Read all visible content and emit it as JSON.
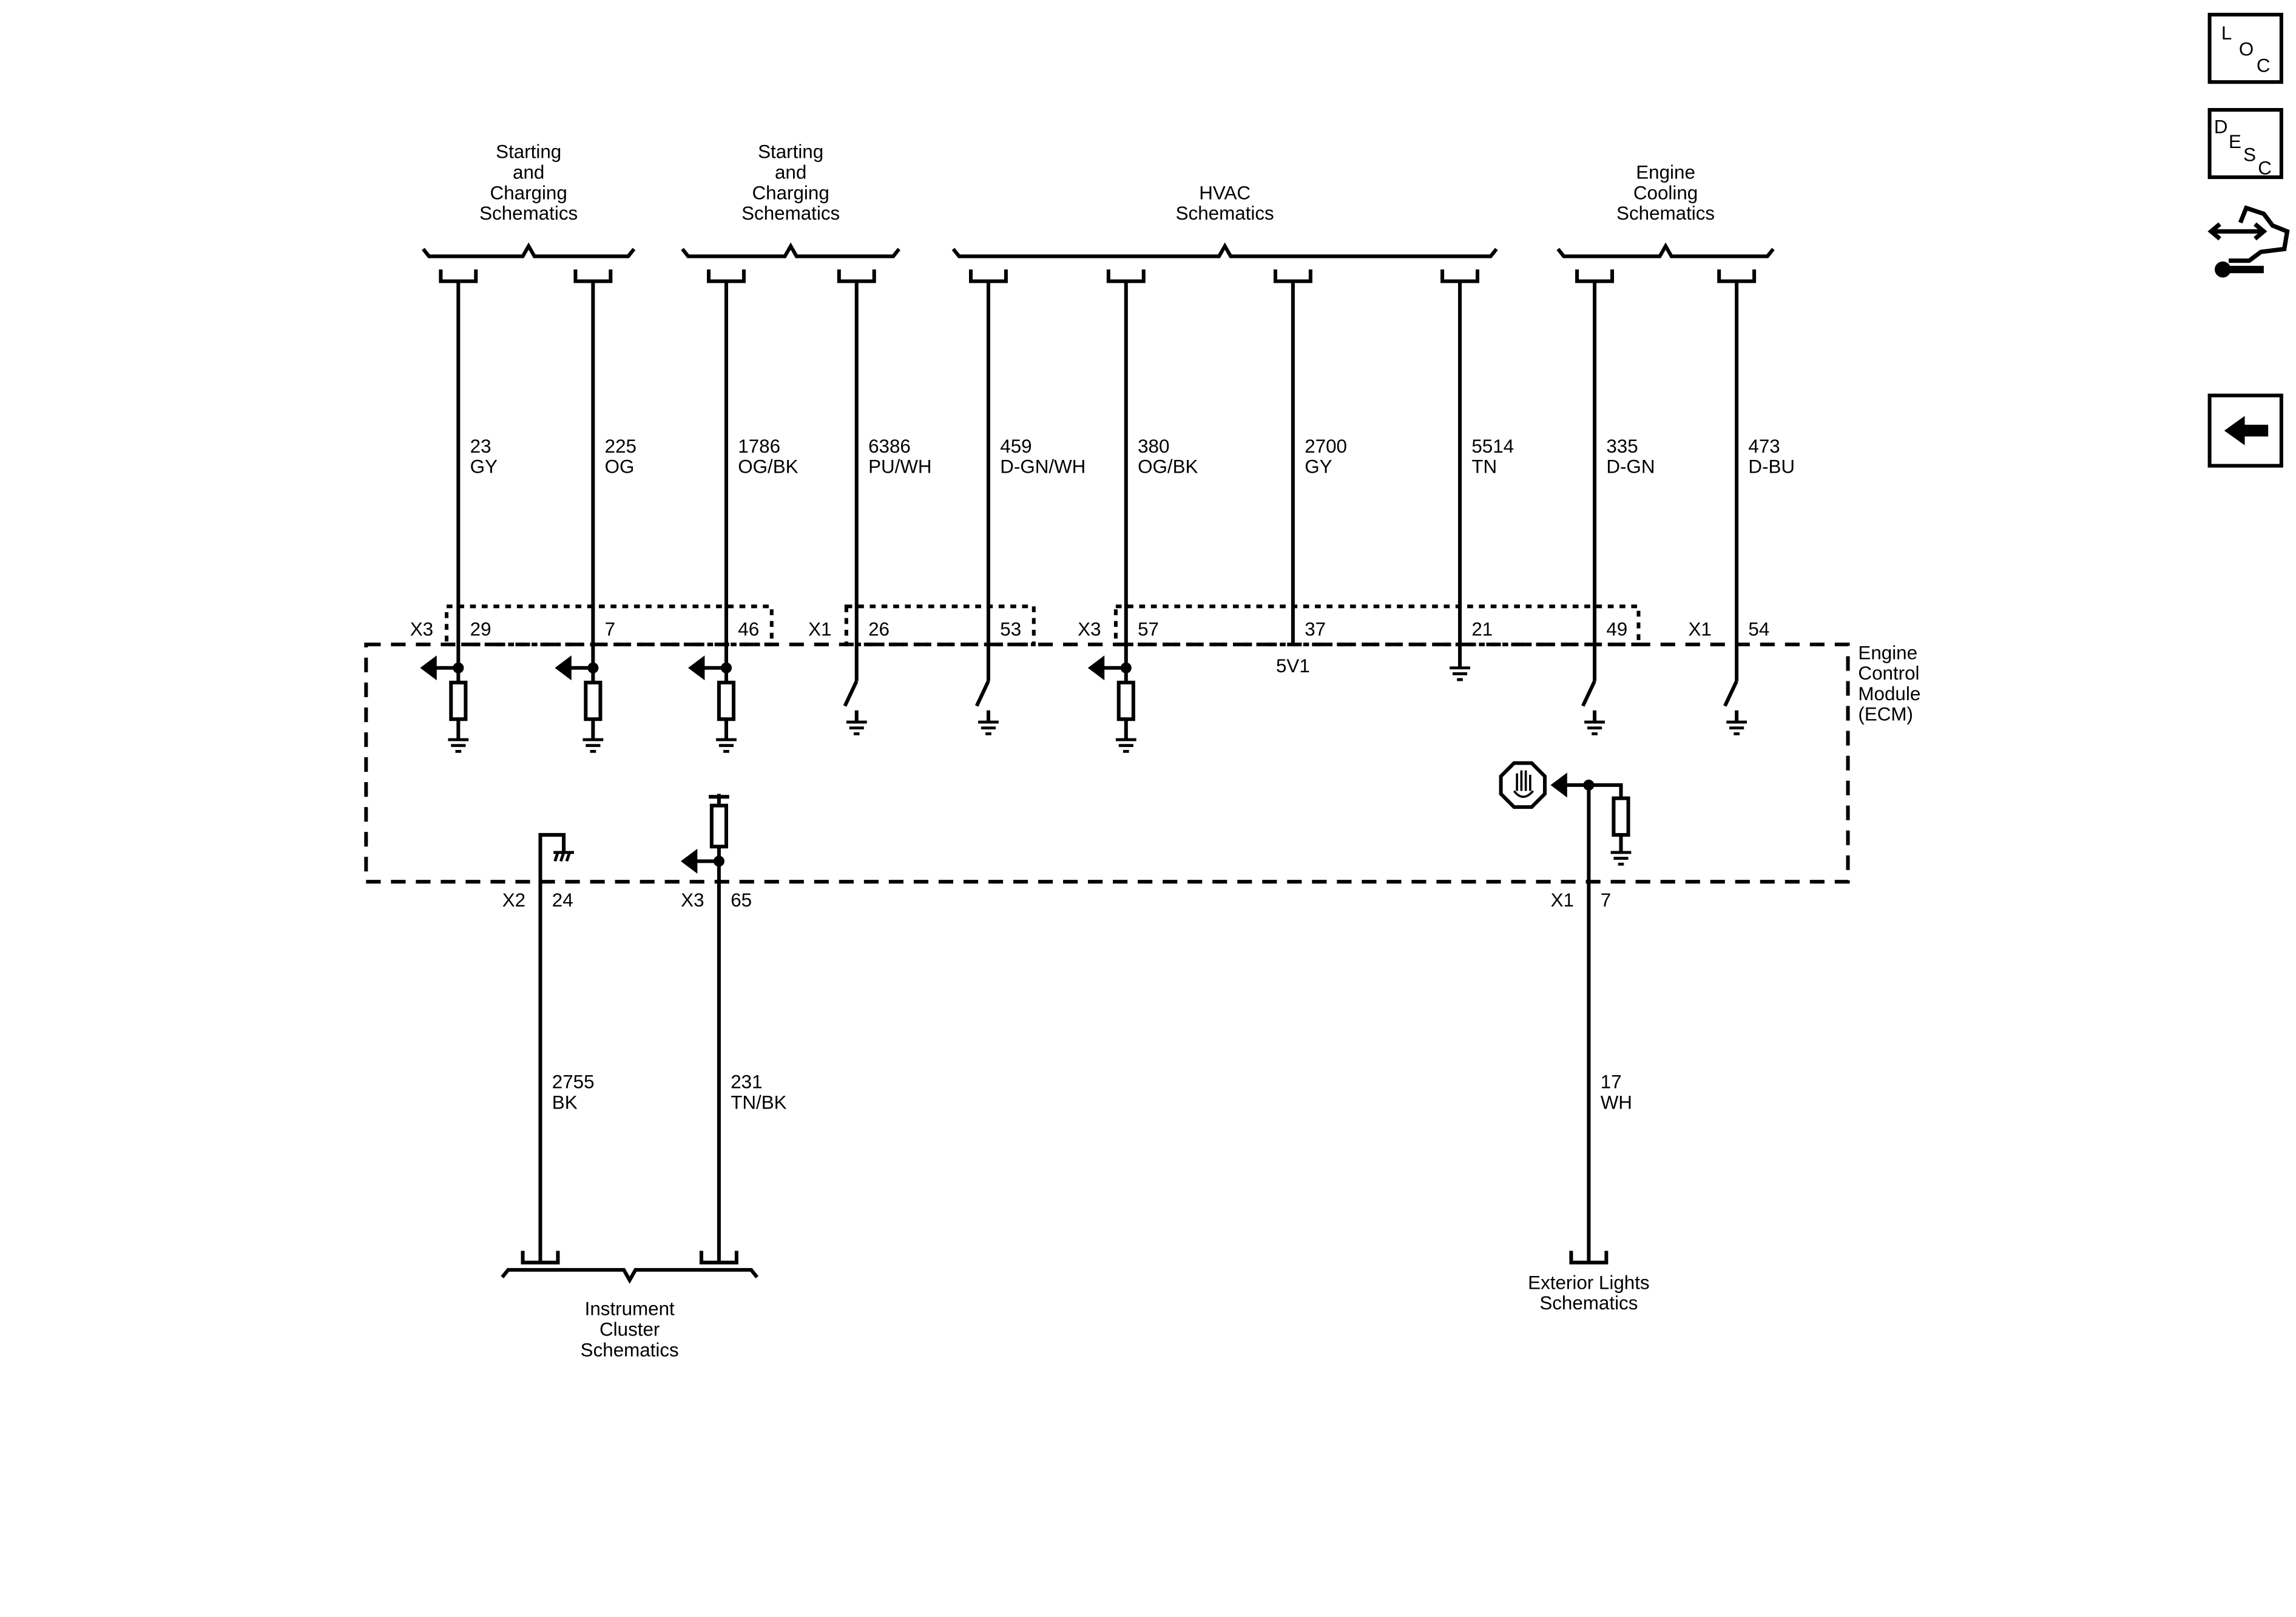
{
  "title_module": [
    "Engine",
    "Control",
    "Module",
    "(ECM)"
  ],
  "groups": [
    {
      "lines": [
        "Starting",
        "and",
        "Charging",
        "Schematics"
      ]
    },
    {
      "lines": [
        "Starting",
        "and",
        "Charging",
        "Schematics"
      ]
    },
    {
      "lines": [
        "HVAC",
        "Schematics"
      ]
    },
    {
      "lines": [
        "Engine",
        "Cooling",
        "Schematics"
      ]
    }
  ],
  "wires": [
    {
      "circuit": "23",
      "color": "GY",
      "connector": "X3",
      "pin": "29"
    },
    {
      "circuit": "225",
      "color": "OG",
      "connector": "",
      "pin": "7"
    },
    {
      "circuit": "1786",
      "color": "OG/BK",
      "connector": "",
      "pin": "46"
    },
    {
      "circuit": "6386",
      "color": "PU/WH",
      "connector": "X1",
      "pin": "26"
    },
    {
      "circuit": "459",
      "color": "D-GN/WH",
      "connector": "",
      "pin": "53"
    },
    {
      "circuit": "380",
      "color": "OG/BK",
      "connector": "X3",
      "pin": "57"
    },
    {
      "circuit": "2700",
      "color": "GY",
      "connector": "",
      "pin": "37",
      "ref": "5V1"
    },
    {
      "circuit": "5514",
      "color": "TN",
      "connector": "",
      "pin": "21"
    },
    {
      "circuit": "335",
      "color": "D-GN",
      "connector": "",
      "pin": "49"
    },
    {
      "circuit": "473",
      "color": "D-BU",
      "connector": "X1",
      "pin": "54"
    }
  ],
  "bottom_wires": [
    {
      "circuit": "2755",
      "color": "BK",
      "connector": "X2",
      "pin": "24"
    },
    {
      "circuit": "231",
      "color": "TN/BK",
      "connector": "X3",
      "pin": "65"
    },
    {
      "circuit": "17",
      "color": "WH",
      "connector": "X1",
      "pin": "7"
    }
  ],
  "bottom_groups": [
    {
      "lines": [
        "Instrument",
        "Cluster",
        "Schematics"
      ]
    },
    {
      "lines": [
        "Exterior Lights",
        "Schematics"
      ]
    }
  ],
  "nav": {
    "loc": [
      "L",
      "O",
      "C"
    ],
    "desc": [
      "D",
      "E",
      "S",
      "C"
    ]
  },
  "icons": [
    "loc-button",
    "desc-button",
    "connector-repair-icon",
    "back-arrow-button"
  ]
}
